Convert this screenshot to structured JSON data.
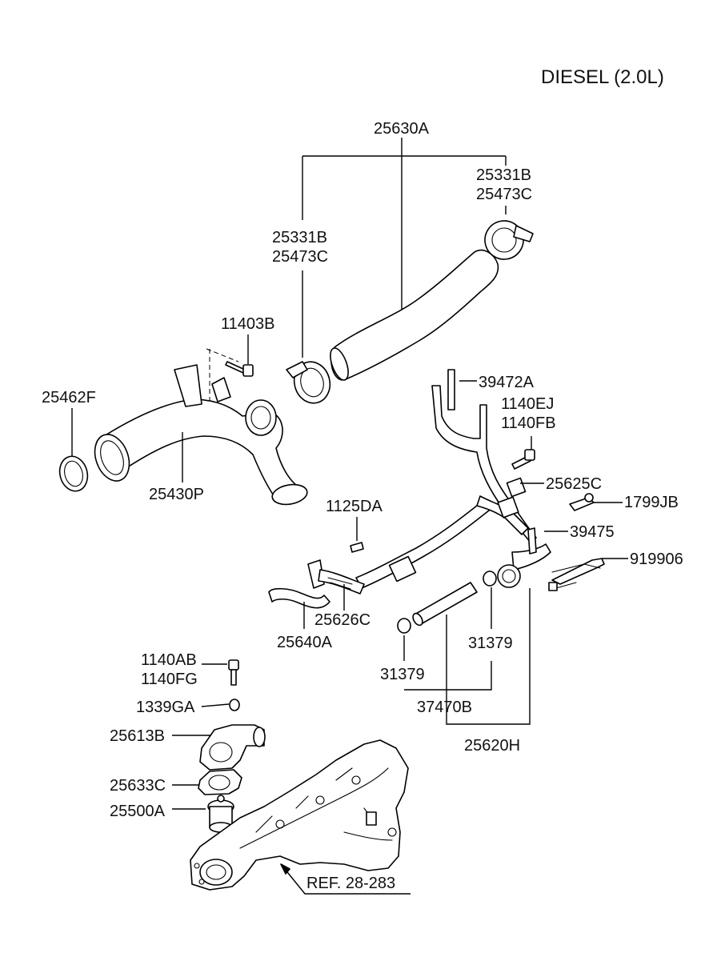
{
  "title": "DIESEL (2.0L)",
  "labels": {
    "hose_assy": "25630A",
    "clamp_right_a": "25331B",
    "clamp_right_b": "25473C",
    "clamp_left_a": "25331B",
    "clamp_left_b": "25473C",
    "bolt_top": "11403B",
    "oring": "25462F",
    "pipe_inlet": "25430P",
    "hose_small": "39472A",
    "bolt_1140ej": "1140EJ",
    "bolt_1140fb": "1140FB",
    "bracket": "25625C",
    "clip_1799": "1799JB",
    "hose_39475": "39475",
    "harness": "919906",
    "bolt_1125": "1125DA",
    "pipe_25626": "25626C",
    "hose_25640": "25640A",
    "clamp_31379_r": "31379",
    "clamp_31379_l": "31379",
    "hose_37470": "37470B",
    "pipe_assy": "25620H",
    "bolt_1140ab": "1140AB",
    "bolt_1140fg": "1140FG",
    "nut": "1339GA",
    "housing": "25613B",
    "gasket": "25633C",
    "thermostat": "25500A",
    "ref": "REF. 28-283"
  }
}
